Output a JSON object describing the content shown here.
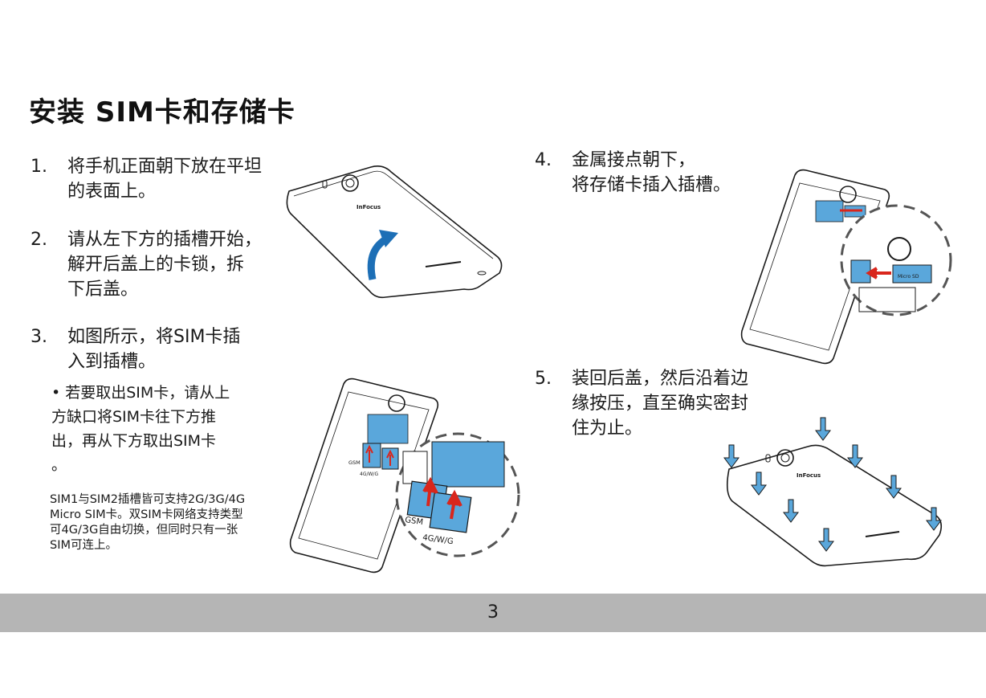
{
  "title": "安装 SIM卡和存储卡",
  "steps": [
    {
      "num": "1.",
      "text": "将手机正面朝下放在平坦\n的表面上。"
    },
    {
      "num": "2.",
      "text": "请从左下方的插槽开始，\n解开后盖上的卡锁，拆\n下后盖。"
    },
    {
      "num": "3.",
      "text": "如图所示，将SIM卡插\n入到插槽。"
    },
    {
      "num": "4.",
      "text": "金属接点朝下，\n将存储卡插入插槽。"
    },
    {
      "num": "5.",
      "text": "装回后盖，然后沿着边\n缘按压，直至确实密封\n住为止。"
    }
  ],
  "bullet": "• 若要取出SIM卡，请从上\n  方缺口将SIM卡往下方推\n  出，再从下方取出SIM卡\n  。",
  "note": "SIM1与SIM2插槽皆可支持2G/3G/4G\nMicro SIM卡。双SIM卡网络支持类型\n可4G/3G自由切换，但同时只有一张\nSIM可连上。",
  "figure_labels": {
    "brand": "InFocus",
    "gsm": "GSM",
    "g4": "4G/W/G",
    "micro_sd": "Micro SD"
  },
  "colors": {
    "accent_blue": "#1d6fb6",
    "card_blue": "#5aa7db",
    "arrow_red": "#d9261c",
    "footer_gray": "#b5b5b5"
  },
  "page_number": "3"
}
